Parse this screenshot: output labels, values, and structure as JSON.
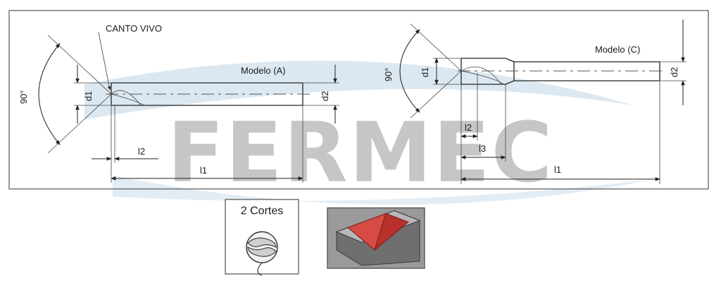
{
  "diagram": {
    "callout": "CANTO VIVO",
    "watermark": "FERMEC",
    "model_a": {
      "title": "Modelo (A)",
      "angle": "90°",
      "d1": "d1",
      "d2": "d2",
      "l1": "l1",
      "l2": "l2"
    },
    "model_c": {
      "title": "Modelo (C)",
      "angle": "90°",
      "d1": "d1",
      "d2": "d2",
      "l1": "l1",
      "l2": "l2",
      "l3": "l3"
    }
  },
  "cards": {
    "flutes": "2 Cortes"
  },
  "colors": {
    "frame": "#555555",
    "watermark_blue": "#c9dbea",
    "watermark_gray": "#bdbdbd",
    "groove_red": "#d64b45"
  }
}
